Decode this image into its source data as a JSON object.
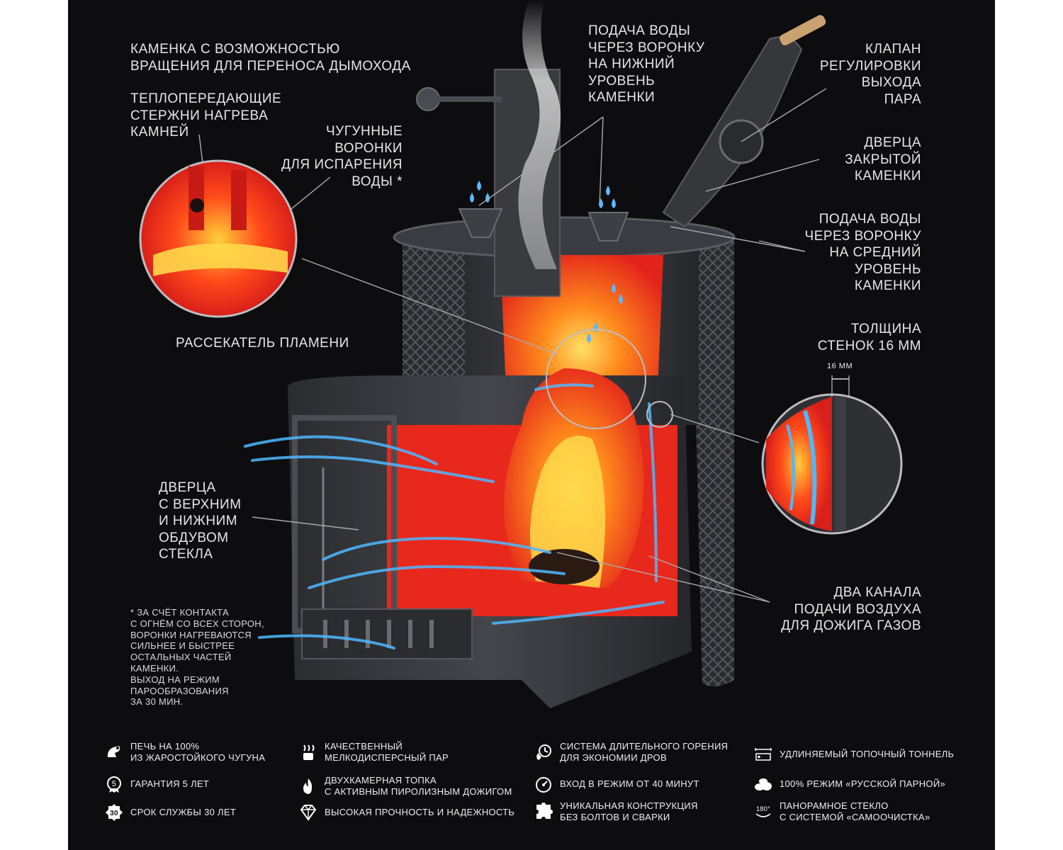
{
  "labels": {
    "rotation": "КАМЕНКА С ВОЗМОЖНОСТЬЮ\nВРАЩЕНИЯ ДЛЯ ПЕРЕНОСА ДЫМОХОДА",
    "rods": "ТЕПЛОПЕРЕДАЮЩИЕ\nСТЕРЖНИ НАГРЕВА\nКАМНЕЙ",
    "funnels": "ЧУГУННЫЕ\nВОРОНКИ\nДЛЯ ИСПАРЕНИЯ\nВОДЫ *",
    "splitter": "РАССЕКАТЕЛЬ ПЛАМЕНИ",
    "water_lower": "ПОДАЧА ВОДЫ\nЧЕРЕЗ ВОРОНКУ\nНА НИЖНИЙ\nУРОВЕНЬ\nКАМЕНКИ",
    "valve": "КЛАПАН\nРЕГУЛИРОВКИ\nВЫХОДА\nПАРА",
    "closed_door": "ДВЕРЦА\nЗАКРЫТОЙ\nКАМЕНКИ",
    "water_middle": "ПОДАЧА ВОДЫ\nЧЕРЕЗ ВОРОНКУ\nНА СРЕДНИЙ\nУРОВЕНЬ\nКАМЕНКИ",
    "thickness": "ТОЛЩИНА\nСТЕНОК 16 ММ",
    "door_blow": "ДВЕРЦА\nС ВЕРХНИМ\nИ НИЖНИМ\nОБДУВОМ\nСТЕКЛА",
    "air_channels": "ДВА КАНАЛА\nПОДАЧИ ВОЗДУХА\nДЛЯ ДОЖИГА ГАЗОВ",
    "mm": "16 ММ"
  },
  "footnote": "* ЗА СЧЁТ КОНТАКТА\nС ОГНЁМ СО ВСЕХ СТОРОН,\nВОРОНКИ НАГРЕВАЮТСЯ\nСИЛЬНЕЕ И БЫСТРЕЕ\nОСТАЛЬНЫХ ЧАСТЕЙ\nКАМЕНКИ.\nВЫХОД НА РЕЖИМ\nПАРООБРАЗОВАНИЯ\nЗА 30 МИН.",
  "features": [
    {
      "icon": "cast-iron-icon",
      "text": "ПЕЧЬ НА 100%\nИЗ ЖАРОСТОЙКОГО ЧУГУНА"
    },
    {
      "icon": "steam-icon",
      "text": "КАЧЕСТВЕННЫЙ\nМЕЛКОДИСПЕРСНЫЙ ПАР"
    },
    {
      "icon": "long-burn-icon",
      "text": "СИСТЕМА ДЛИТЕЛЬНОГО ГОРЕНИЯ\nДЛЯ ЭКОНОМИИ ДРОВ"
    },
    {
      "icon": "tunnel-icon",
      "text": "УДЛИНЯЕМЫЙ ТОПОЧНЫЙ ТОННЕЛЬ"
    },
    {
      "icon": "warranty-icon",
      "text": "ГАРАНТИЯ 5 ЛЕТ"
    },
    {
      "icon": "flame-icon",
      "text": "ДВУХКАМЕРНАЯ ТОПКА\nС АКТИВНЫМ ПИРОЛИЗНЫМ ДОЖИГОМ"
    },
    {
      "icon": "gauge-icon",
      "text": "ВХОД В РЕЖИМ ОТ 40 МИНУТ"
    },
    {
      "icon": "stones-icon",
      "text": "100% РЕЖИМ «РУССКОЙ ПАРНОЙ»"
    },
    {
      "icon": "service-life-icon",
      "text": "СРОК СЛУЖБЫ 30 ЛЕТ"
    },
    {
      "icon": "diamond-icon",
      "text": "ВЫСОКАЯ ПРОЧНОСТЬ И НАДЕЖНОСТЬ"
    },
    {
      "icon": "puzzle-icon",
      "text": "УНИКАЛЬНАЯ КОНСТРУКЦИЯ\nБЕЗ БОЛТОВ И СВАРКИ"
    },
    {
      "icon": "panorama-icon",
      "text": "ПАНОРАМНОЕ СТЕКЛО\nС СИСТЕМОЙ «САМООЧИСТКА»"
    }
  ],
  "icon_badges": {
    "warranty": "5",
    "service_life": "30",
    "panorama": "180°"
  },
  "colors": {
    "background": "#0d0d0f",
    "fire": "#ff3b1a",
    "flame": "#ffb21e",
    "air": "#4fb8ff",
    "iron": "#3a3b3f"
  }
}
